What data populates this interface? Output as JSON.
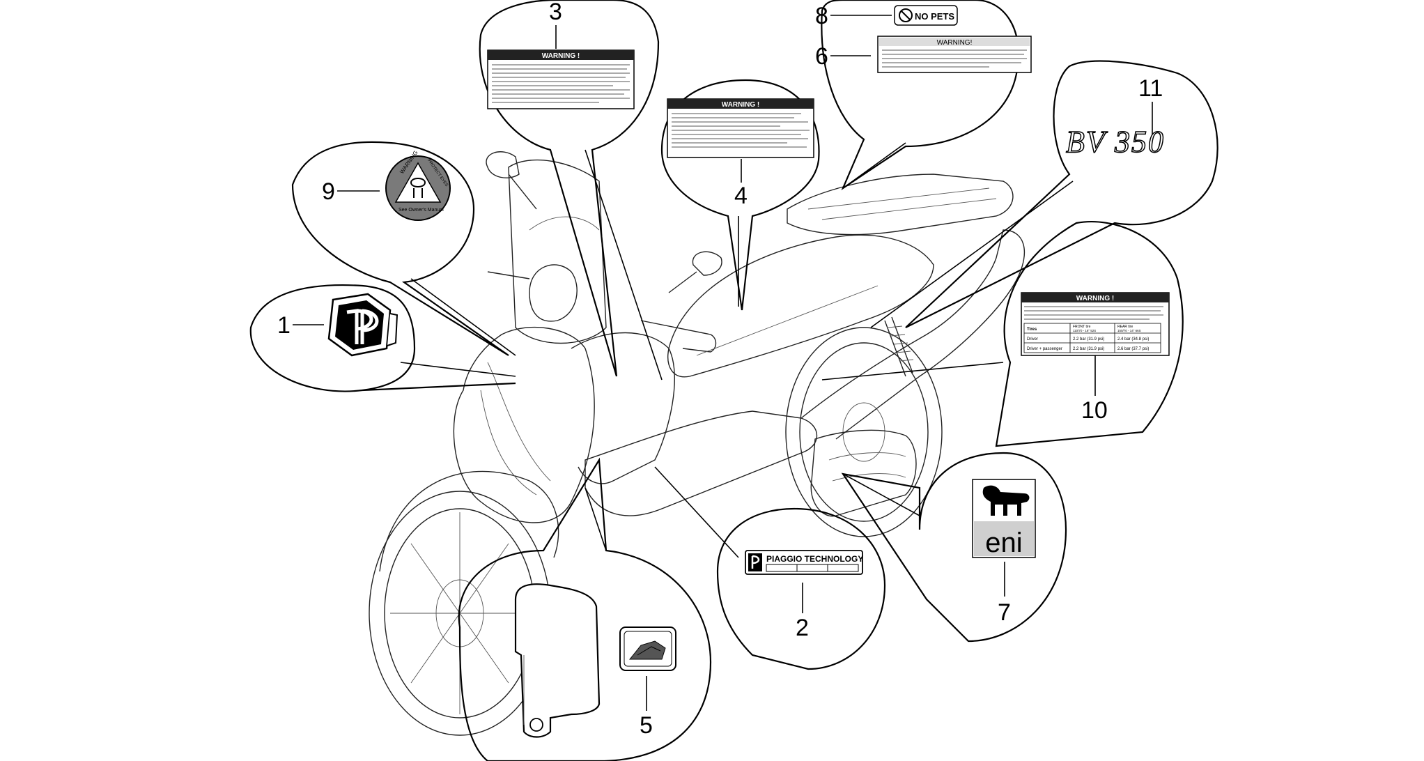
{
  "callouts": {
    "n1": "1",
    "n2": "2",
    "n3": "3",
    "n4": "4",
    "n5": "5",
    "n6": "6",
    "n7": "7",
    "n8": "8",
    "n9": "9",
    "n10": "10",
    "n11": "11"
  },
  "decals": {
    "warning_title": "WARNING !",
    "warning_title_6": "WARNING!",
    "no_pets": "NO PETS",
    "piaggio_technology": "PIAGGIO TECHNOLOGY",
    "eni": "eni",
    "bv350": "BV 350",
    "see_owners_manual": "See Owner's Manual",
    "round_warning": "WARNING",
    "round_protect": "PROTECT EYES",
    "tire_col_tires": "Tires",
    "tire_col_front": "FRONT tire",
    "tire_col_rear": "REAR tire",
    "tire_row1_label": "Driver",
    "tire_row1_front": "2.2 bar (31.9 psi)",
    "tire_row1_rear": "2.4 bar (34.8 psi)",
    "tire_row2_label": "Driver + passenger",
    "tire_row2_front": "2.2 bar (31.9 psi)",
    "tire_row2_rear": "2.6 bar (37.7 psi)",
    "tire_size_front": "110/70 - 16\" 52S",
    "tire_size_rear": "150/70 - 14\" 66S"
  },
  "colors": {
    "line": "#000000",
    "warning_band": "#222222",
    "eni_yellow_area": "#cfcfcf"
  }
}
